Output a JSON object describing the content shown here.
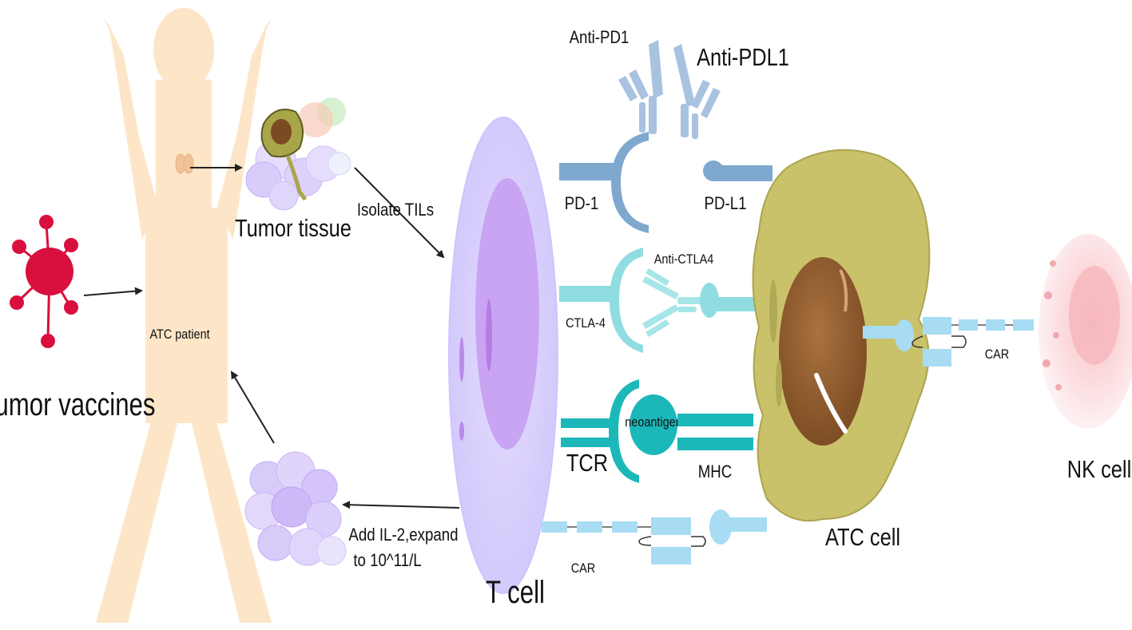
{
  "labels": {
    "tumor_vaccines": "Tumor vaccines",
    "atc_patient": "ATC patient",
    "tumor_tissue": "Tumor tissue",
    "isolate_tils": "Isolate TILs",
    "add_il2_line1": "Add IL-2,expand",
    "add_il2_line2": "to 10^11/L",
    "t_cell": "T cell",
    "anti_pd1": "Anti-PD1",
    "anti_pdl1": "Anti-PDL1",
    "pd1": "PD-1",
    "pdl1": "PD-L1",
    "anti_ctla4": "Anti-CTLA4",
    "ctla4": "CTLA-4",
    "neoantigen": "neoantigen",
    "tcr": "TCR",
    "mhc": "MHC",
    "car_bottom": "CAR",
    "car_right": "CAR",
    "atc_cell": "ATC cell",
    "nk_cell": "NK cell"
  },
  "colors": {
    "body": "#fde6c8",
    "vaccine": "#d90f3d",
    "t_cell_outer": "#ddd6ff",
    "t_cell_inner": "#c9a4f3",
    "pd_receptor": "#7fa8cf",
    "antibody": "#a9c2e0",
    "ctla": "#8fdde0",
    "tcr": "#1cb7b9",
    "car": "#a7dcf3",
    "atc_cell": "#c9c26b",
    "atc_nucleus": "#8f5a2c",
    "nk_cell": "#f9cfd3"
  }
}
